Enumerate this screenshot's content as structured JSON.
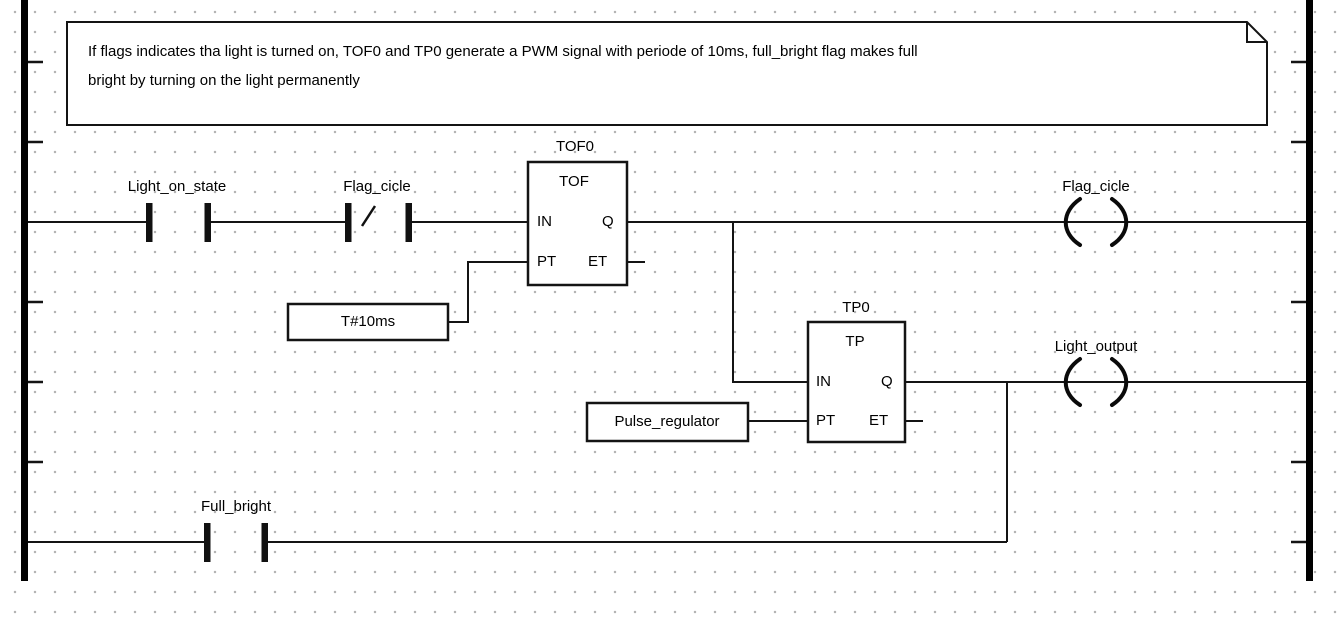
{
  "colors": {
    "line": "#141414",
    "rail": "#000000",
    "grid_dot": "#b4b4b4",
    "background": "#ffffff",
    "box_fill": "#ffffff"
  },
  "comment": {
    "lines": [
      "If flags indicates tha light is turned on, TOF0 and TP0 generate a PWM signal with periode of 10ms, full_bright flag makes full",
      "bright by turning on the light permanently"
    ]
  },
  "rungs": [
    {
      "contacts": [
        {
          "label": "Light_on_state",
          "type": "normally-open"
        },
        {
          "label": "Flag_cicle",
          "type": "normally-closed",
          "slash": "/"
        }
      ],
      "block": {
        "instance": "TOF0",
        "type": "TOF",
        "pins": {
          "in": "IN",
          "q": "Q",
          "pt": "PT",
          "et": "ET"
        },
        "pt_operand": "T#10ms"
      },
      "coil": {
        "label": "Flag_cicle"
      }
    },
    {
      "block": {
        "instance": "TP0",
        "type": "TP",
        "pins": {
          "in": "IN",
          "q": "Q",
          "pt": "PT",
          "et": "ET"
        },
        "pt_operand": "Pulse_regulator"
      },
      "coil": {
        "label": "Light_output"
      }
    },
    {
      "contacts": [
        {
          "label": "Full_bright",
          "type": "normally-open"
        }
      ]
    }
  ]
}
